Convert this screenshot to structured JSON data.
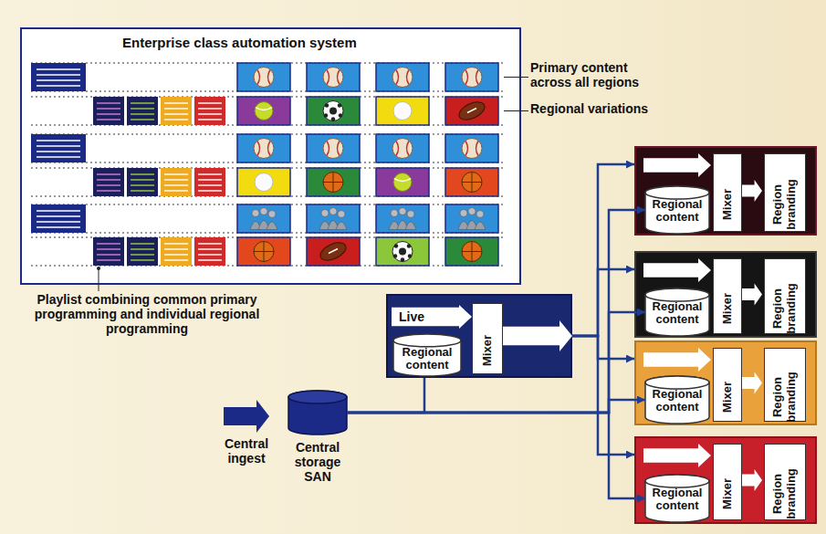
{
  "diagram": {
    "nodes": [
      {
        "text": [
          "Enterprise class automation system"
        ]
      },
      {
        "text": [
          "Central ingest"
        ]
      },
      {
        "text": [
          "Central storage SAN"
        ]
      },
      {
        "text": []
      },
      {
        "text": [
          "Live"
        ],
        "in": 3
      },
      {
        "text": [
          "Regional content"
        ],
        "in": 3
      },
      {
        "text": [
          "Mixer"
        ],
        "in": 3
      },
      {
        "text": []
      },
      {
        "text": [
          "Regional content"
        ],
        "in": 7
      },
      {
        "text": [
          "Mixer"
        ],
        "in": 7
      },
      {
        "text": [
          "Region branding"
        ],
        "in": 7
      },
      {
        "text": []
      },
      {
        "text": [
          "Regional content"
        ],
        "in": 11
      },
      {
        "text": [
          "Mixer"
        ],
        "in": 11
      },
      {
        "text": [
          "Region branding"
        ],
        "in": 11
      },
      {
        "text": []
      },
      {
        "text": [
          "Regional content"
        ],
        "in": 15
      },
      {
        "text": [
          "Mixer"
        ],
        "in": 15
      },
      {
        "text": [
          "Region branding"
        ],
        "in": 15
      },
      {
        "text": []
      },
      {
        "text": [
          "Regional content"
        ],
        "in": 19
      },
      {
        "text": [
          "Mixer"
        ],
        "in": 19
      },
      {
        "text": [
          "Region branding"
        ],
        "in": 19
      }
    ],
    "edges": [
      {
        "from": 2,
        "to": 3,
        "arrow": "none"
      },
      {
        "from": 3,
        "to": 7,
        "arrow": "to"
      },
      {
        "from": 3,
        "to": 11,
        "arrow": "to"
      },
      {
        "from": 3,
        "to": 15,
        "arrow": "to"
      },
      {
        "from": 3,
        "to": 19,
        "arrow": "to"
      },
      {
        "from": 2,
        "to": 8,
        "arrow": "to"
      },
      {
        "from": 2,
        "to": 12,
        "arrow": "to"
      },
      {
        "from": 2,
        "to": 16,
        "arrow": "to"
      },
      {
        "from": 2,
        "to": 20,
        "arrow": "to"
      }
    ],
    "labels": [
      "Primary content across all regions",
      "Regional variations",
      "Playlist combining common primary programming and individual regional programming"
    ]
  }
}
